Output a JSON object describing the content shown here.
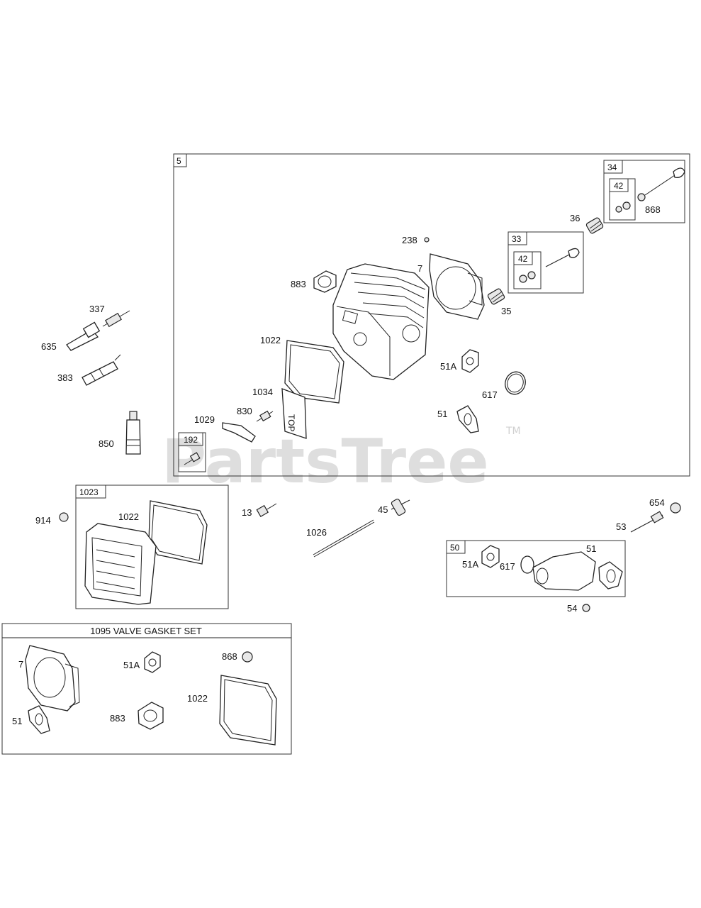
{
  "watermark": {
    "text": "PartsTree",
    "trademark": "TM"
  },
  "boxes": {
    "head_assembly": "5",
    "valve_exhaust": "34",
    "valve_exhaust_keeper": "42",
    "valve_intake": "33",
    "valve_intake_keeper": "42",
    "breather_192": "192",
    "cover_assembly": "1023",
    "intake_assembly": "50",
    "gasket_set_title": "1095 VALVE GASKET SET"
  },
  "labels": {
    "p238": "238",
    "p7": "7",
    "p883": "883",
    "p35": "35",
    "p36": "36",
    "p868": "868",
    "p1022": "1022",
    "p51A": "51A",
    "p617": "617",
    "p1034": "1034",
    "p830": "830",
    "p1029": "1029",
    "p51": "51",
    "p337": "337",
    "p635": "635",
    "p383": "383",
    "p850": "850",
    "p914": "914",
    "p1022b": "1022",
    "p13": "13",
    "p45": "45",
    "p1026": "1026",
    "p654": "654",
    "p53": "53",
    "p51Ab": "51A",
    "p617b": "617",
    "p51b": "51",
    "p54": "54",
    "gs7": "7",
    "gs51A": "51A",
    "gs868": "868",
    "gs1022": "1022",
    "gs51": "51",
    "gs883": "883"
  },
  "stamp": "TOP"
}
